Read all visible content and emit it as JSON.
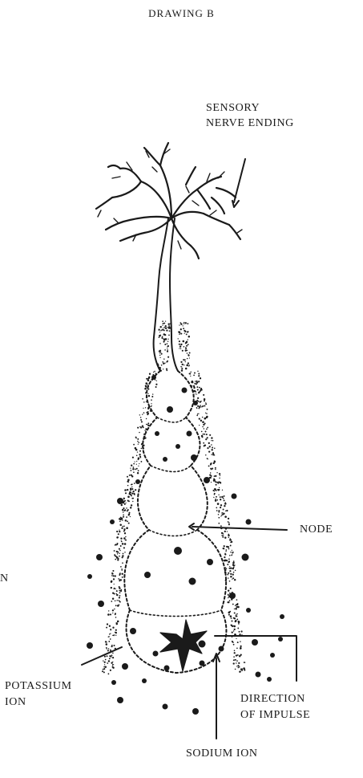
{
  "title": "DRAWING B",
  "labels": {
    "sensory_1": "SENSORY",
    "sensory_2": "NERVE ENDING",
    "node": "NODE",
    "potassium_1": "POTASSIUM",
    "potassium_2": "ION",
    "direction_1": "DIRECTION",
    "direction_2": "OF IMPULSE",
    "sodium": "SODIUM ION",
    "cut_left_n": "N"
  },
  "colors": {
    "ink": "#1a1a1a",
    "paper": "#ffffff"
  }
}
